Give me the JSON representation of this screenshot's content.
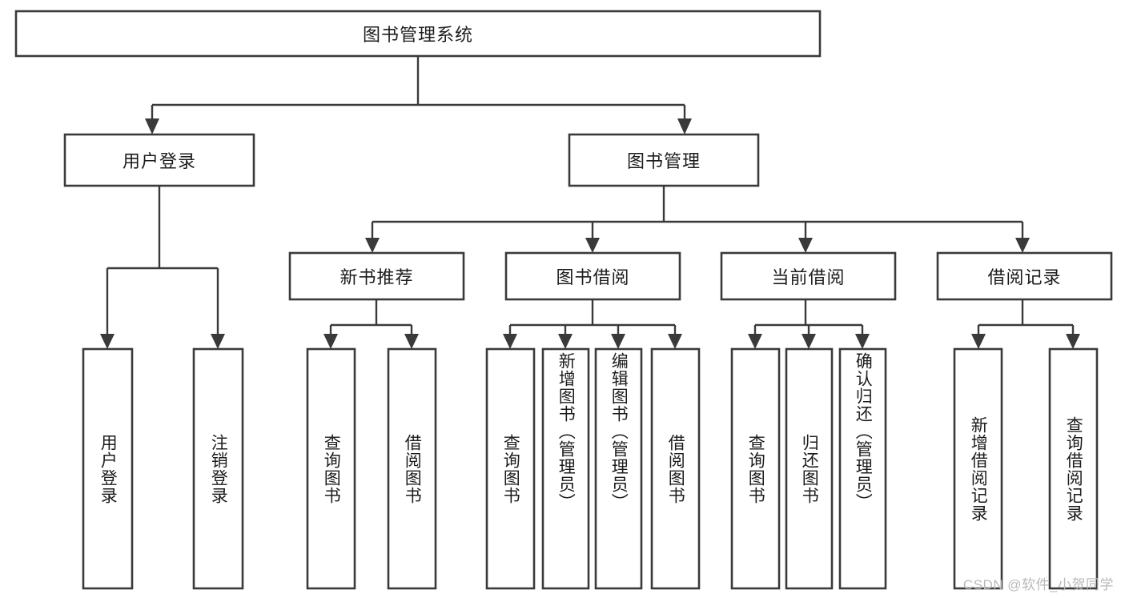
{
  "diagram": {
    "type": "tree-hierarchy",
    "orientation": "top-down",
    "title": "图书管理系统",
    "root": {
      "id": "root",
      "label": "图书管理系统",
      "orientation": "horizontal"
    },
    "level1": [
      {
        "id": "user-login",
        "label": "用户登录",
        "orientation": "horizontal"
      },
      {
        "id": "book-management",
        "label": "图书管理",
        "orientation": "horizontal"
      }
    ],
    "level2": [
      {
        "id": "new-book-recommend",
        "label": "新书推荐",
        "orientation": "horizontal",
        "parent": "book-management"
      },
      {
        "id": "book-borrow",
        "label": "图书借阅",
        "orientation": "horizontal",
        "parent": "book-management"
      },
      {
        "id": "current-borrow",
        "label": "当前借阅",
        "orientation": "horizontal",
        "parent": "book-management"
      },
      {
        "id": "borrow-record",
        "label": "借阅记录",
        "orientation": "horizontal",
        "parent": "book-management"
      }
    ],
    "leaves": [
      {
        "id": "leaf-user-login",
        "label": "用户登录",
        "orientation": "vertical",
        "parent": "user-login"
      },
      {
        "id": "leaf-logout",
        "label": "注销登录",
        "orientation": "vertical",
        "parent": "user-login"
      },
      {
        "id": "leaf-query-book-1",
        "label": "查询图书",
        "orientation": "vertical",
        "parent": "new-book-recommend"
      },
      {
        "id": "leaf-borrow-book-1",
        "label": "借阅图书",
        "orientation": "vertical",
        "parent": "new-book-recommend"
      },
      {
        "id": "leaf-query-book-2",
        "label": "查询图书",
        "orientation": "vertical",
        "parent": "book-borrow"
      },
      {
        "id": "leaf-add-book",
        "label": "新增图书（管理员）",
        "orientation": "vertical",
        "parent": "book-borrow"
      },
      {
        "id": "leaf-edit-book",
        "label": "编辑图书（管理员）",
        "orientation": "vertical",
        "parent": "book-borrow"
      },
      {
        "id": "leaf-borrow-book-2",
        "label": "借阅图书",
        "orientation": "vertical",
        "parent": "book-borrow"
      },
      {
        "id": "leaf-query-book-3",
        "label": "查询图书",
        "orientation": "vertical",
        "parent": "current-borrow"
      },
      {
        "id": "leaf-return-book",
        "label": "归还图书",
        "orientation": "vertical",
        "parent": "current-borrow"
      },
      {
        "id": "leaf-confirm-return",
        "label": "确认归还（管理员）",
        "orientation": "vertical",
        "parent": "current-borrow"
      },
      {
        "id": "leaf-add-record",
        "label": "新增借阅记录",
        "orientation": "vertical",
        "parent": "borrow-record"
      },
      {
        "id": "leaf-query-record",
        "label": "查询借阅记录",
        "orientation": "vertical",
        "parent": "borrow-record"
      }
    ],
    "colors": {
      "box_stroke": "#3a3a3a",
      "box_fill": "#ffffff",
      "connector": "#3a3a3a",
      "text": "#1c1c1c",
      "background": "#ffffff",
      "watermark": "#b9b9b9"
    }
  },
  "watermark": {
    "text": "CSDN @软件_小贺同学"
  }
}
